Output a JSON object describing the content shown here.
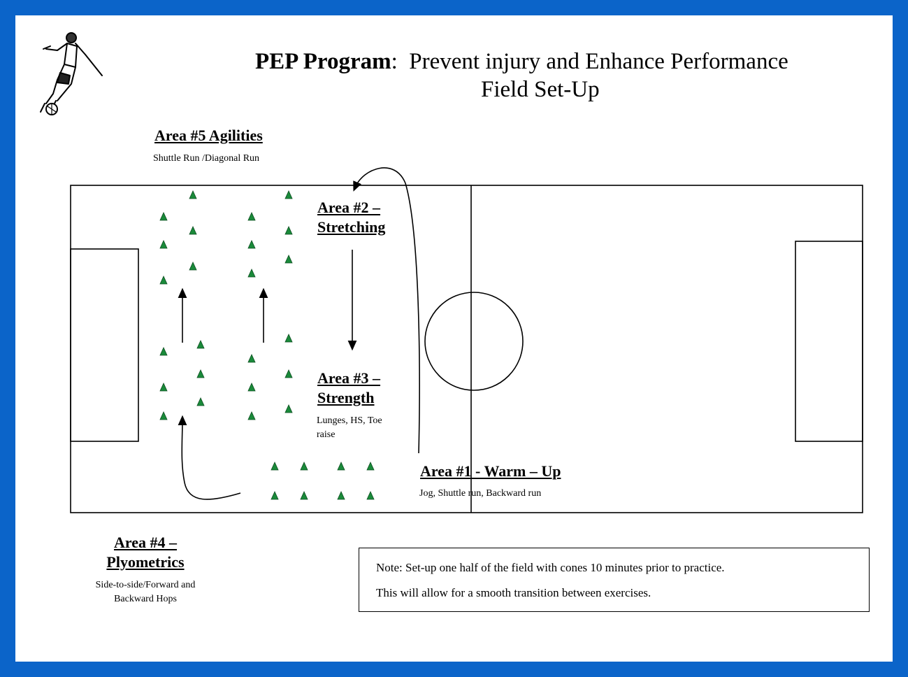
{
  "title": {
    "program": "PEP Program",
    "separator": ":",
    "subtitle": "Prevent injury and  Enhance Performance",
    "line2": "Field Set-Up"
  },
  "areas": {
    "area5": {
      "heading": "Area #5 Agilities",
      "detail": "Shuttle Run /Diagonal Run"
    },
    "area2": {
      "heading_line1": "Area #2 –",
      "heading_line2": "Stretching"
    },
    "area3": {
      "heading_line1": "Area #3 –",
      "heading_line2": "Strength",
      "detail_line1": "Lunges, HS, Toe",
      "detail_line2": "raise"
    },
    "area1": {
      "heading": "Area #1 - Warm – Up",
      "detail": "Jog, Shuttle run, Backward run"
    },
    "area4": {
      "heading_line1": "Area #4 –",
      "heading_line2": "Plyometrics",
      "detail_line1": "Side-to-side/Forward and",
      "detail_line2": "Backward  Hops"
    }
  },
  "note": {
    "line1": "Note:  Set-up one half of the field with cones 10 minutes prior to practice.",
    "line2": "This will allow for a smooth transition between exercises."
  },
  "colors": {
    "border": "#0b64c9",
    "cone": "#1a8a3a",
    "line": "#000000"
  },
  "icons": {
    "player": "soccer-player-icon",
    "cone": "cone-icon"
  }
}
